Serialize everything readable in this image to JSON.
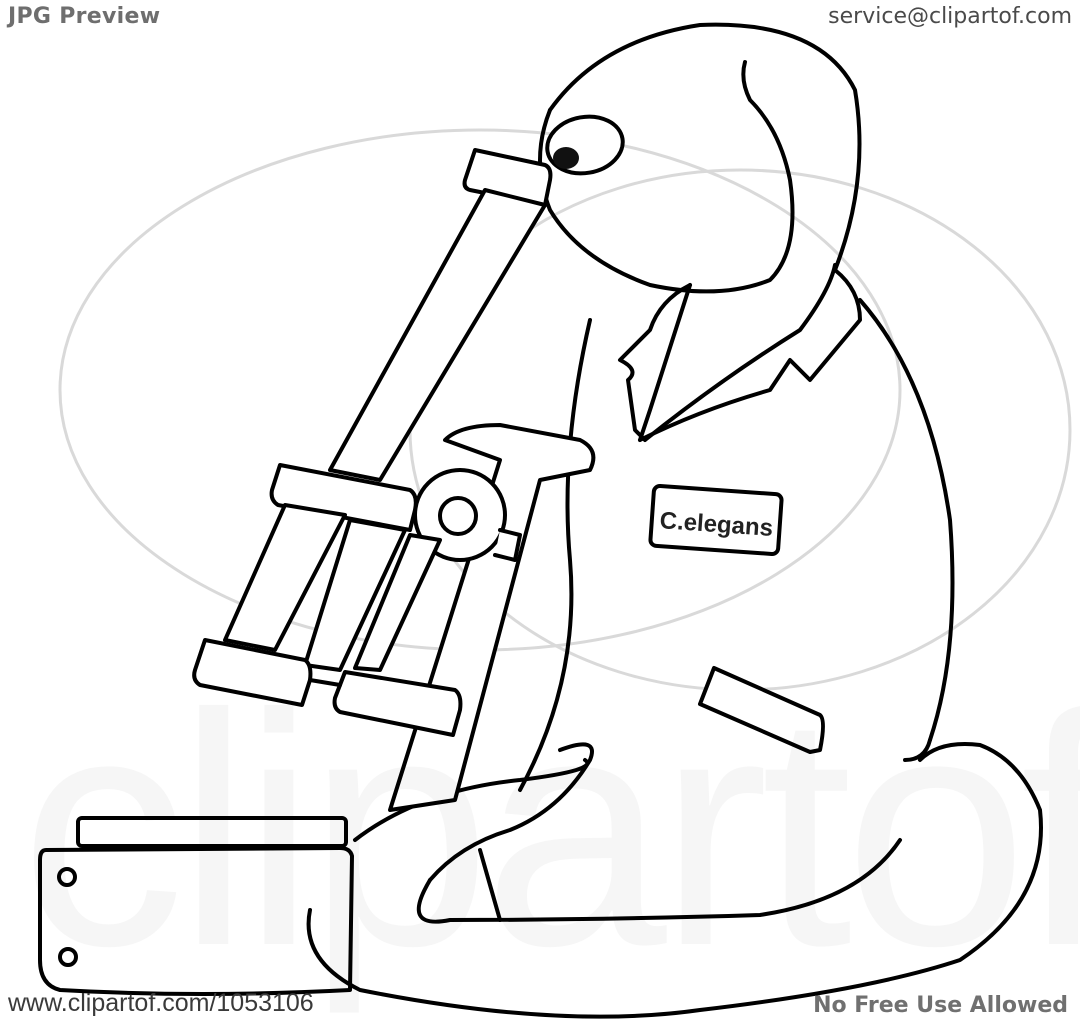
{
  "header": {
    "preview_label": "JPG Preview",
    "contact_email": "service@clipartof.com"
  },
  "footer": {
    "image_url": "www.clipartof.com/1053106",
    "license_notice": "No Free Use Allowed"
  },
  "watermark": {
    "text": "clipartof"
  },
  "illustration": {
    "subject": "worm scientist in lab coat looking into microscope",
    "name_badge_text": "C.elegans",
    "stroke_color": "#000000",
    "background_color": "#ffffff",
    "watermark_color": "#c8c8c8"
  }
}
